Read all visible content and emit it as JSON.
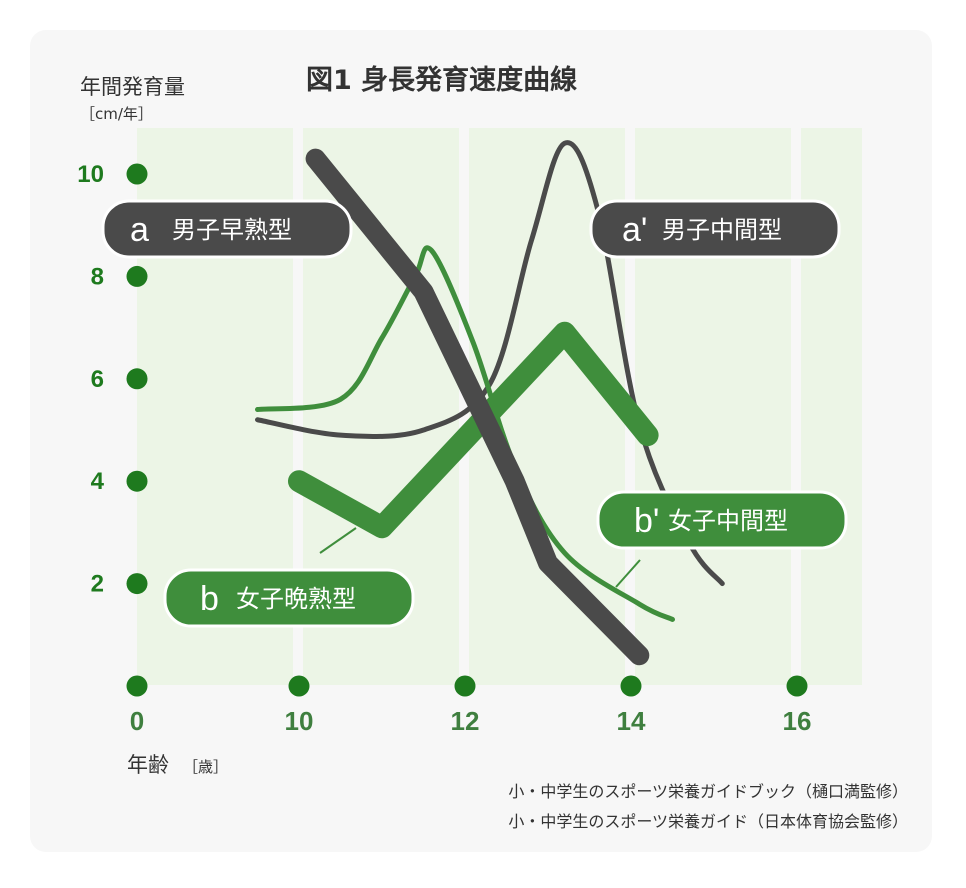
{
  "chart_data": {
    "type": "line",
    "title": "図1 身長発育速度曲線",
    "ylabel": "年間発育量",
    "yunit": "［cm/年］",
    "xlabel": "年齢",
    "xunit": "［歳］",
    "y_ticks": [
      "10",
      "8",
      "6",
      "4",
      "2"
    ],
    "x_ticks": [
      "0",
      "10",
      "12",
      "14",
      "16"
    ],
    "ylim": [
      0,
      10
    ],
    "grid": "vertical bands",
    "series": [
      {
        "key": "a",
        "letter": "a",
        "name": "男子早熟型",
        "color": "#4a4a4a",
        "style": "thick",
        "points": [
          [
            10.2,
            10.3
          ],
          [
            11.5,
            7.7
          ],
          [
            12.6,
            4.0
          ],
          [
            13.0,
            2.4
          ],
          [
            14.1,
            0.6
          ]
        ]
      },
      {
        "key": "a2",
        "letter": "a'",
        "name": "男子中間型",
        "color": "#4a4a4a",
        "style": "thin",
        "points": [
          [
            9.5,
            5.2
          ],
          [
            10.5,
            4.9
          ],
          [
            11.5,
            5.0
          ],
          [
            12.3,
            5.9
          ],
          [
            12.8,
            8.7
          ],
          [
            13.2,
            10.6
          ],
          [
            13.6,
            9.3
          ],
          [
            14.1,
            5.1
          ],
          [
            14.7,
            2.8
          ],
          [
            15.1,
            2.0
          ]
        ]
      },
      {
        "key": "b",
        "letter": "b",
        "name": "女子晩熟型",
        "color": "#3f8e3c",
        "style": "thick",
        "points": [
          [
            10.0,
            4.0
          ],
          [
            11.0,
            3.1
          ],
          [
            13.2,
            6.9
          ],
          [
            14.2,
            4.9
          ]
        ]
      },
      {
        "key": "b2",
        "letter": "b'",
        "name": "女子中間型",
        "color": "#3f8e3c",
        "style": "thin",
        "points": [
          [
            9.5,
            5.4
          ],
          [
            10.5,
            5.6
          ],
          [
            11.0,
            6.8
          ],
          [
            11.4,
            8.0
          ],
          [
            11.6,
            8.5
          ],
          [
            12.1,
            6.7
          ],
          [
            12.6,
            4.3
          ],
          [
            13.2,
            2.6
          ],
          [
            14.1,
            1.6
          ],
          [
            14.5,
            1.3
          ]
        ]
      }
    ]
  },
  "sources": [
    "小・中学生のスポーツ栄養ガイドブック（樋口満監修）",
    "小・中学生のスポーツ栄養ガイド（日本体育協会監修）"
  ]
}
